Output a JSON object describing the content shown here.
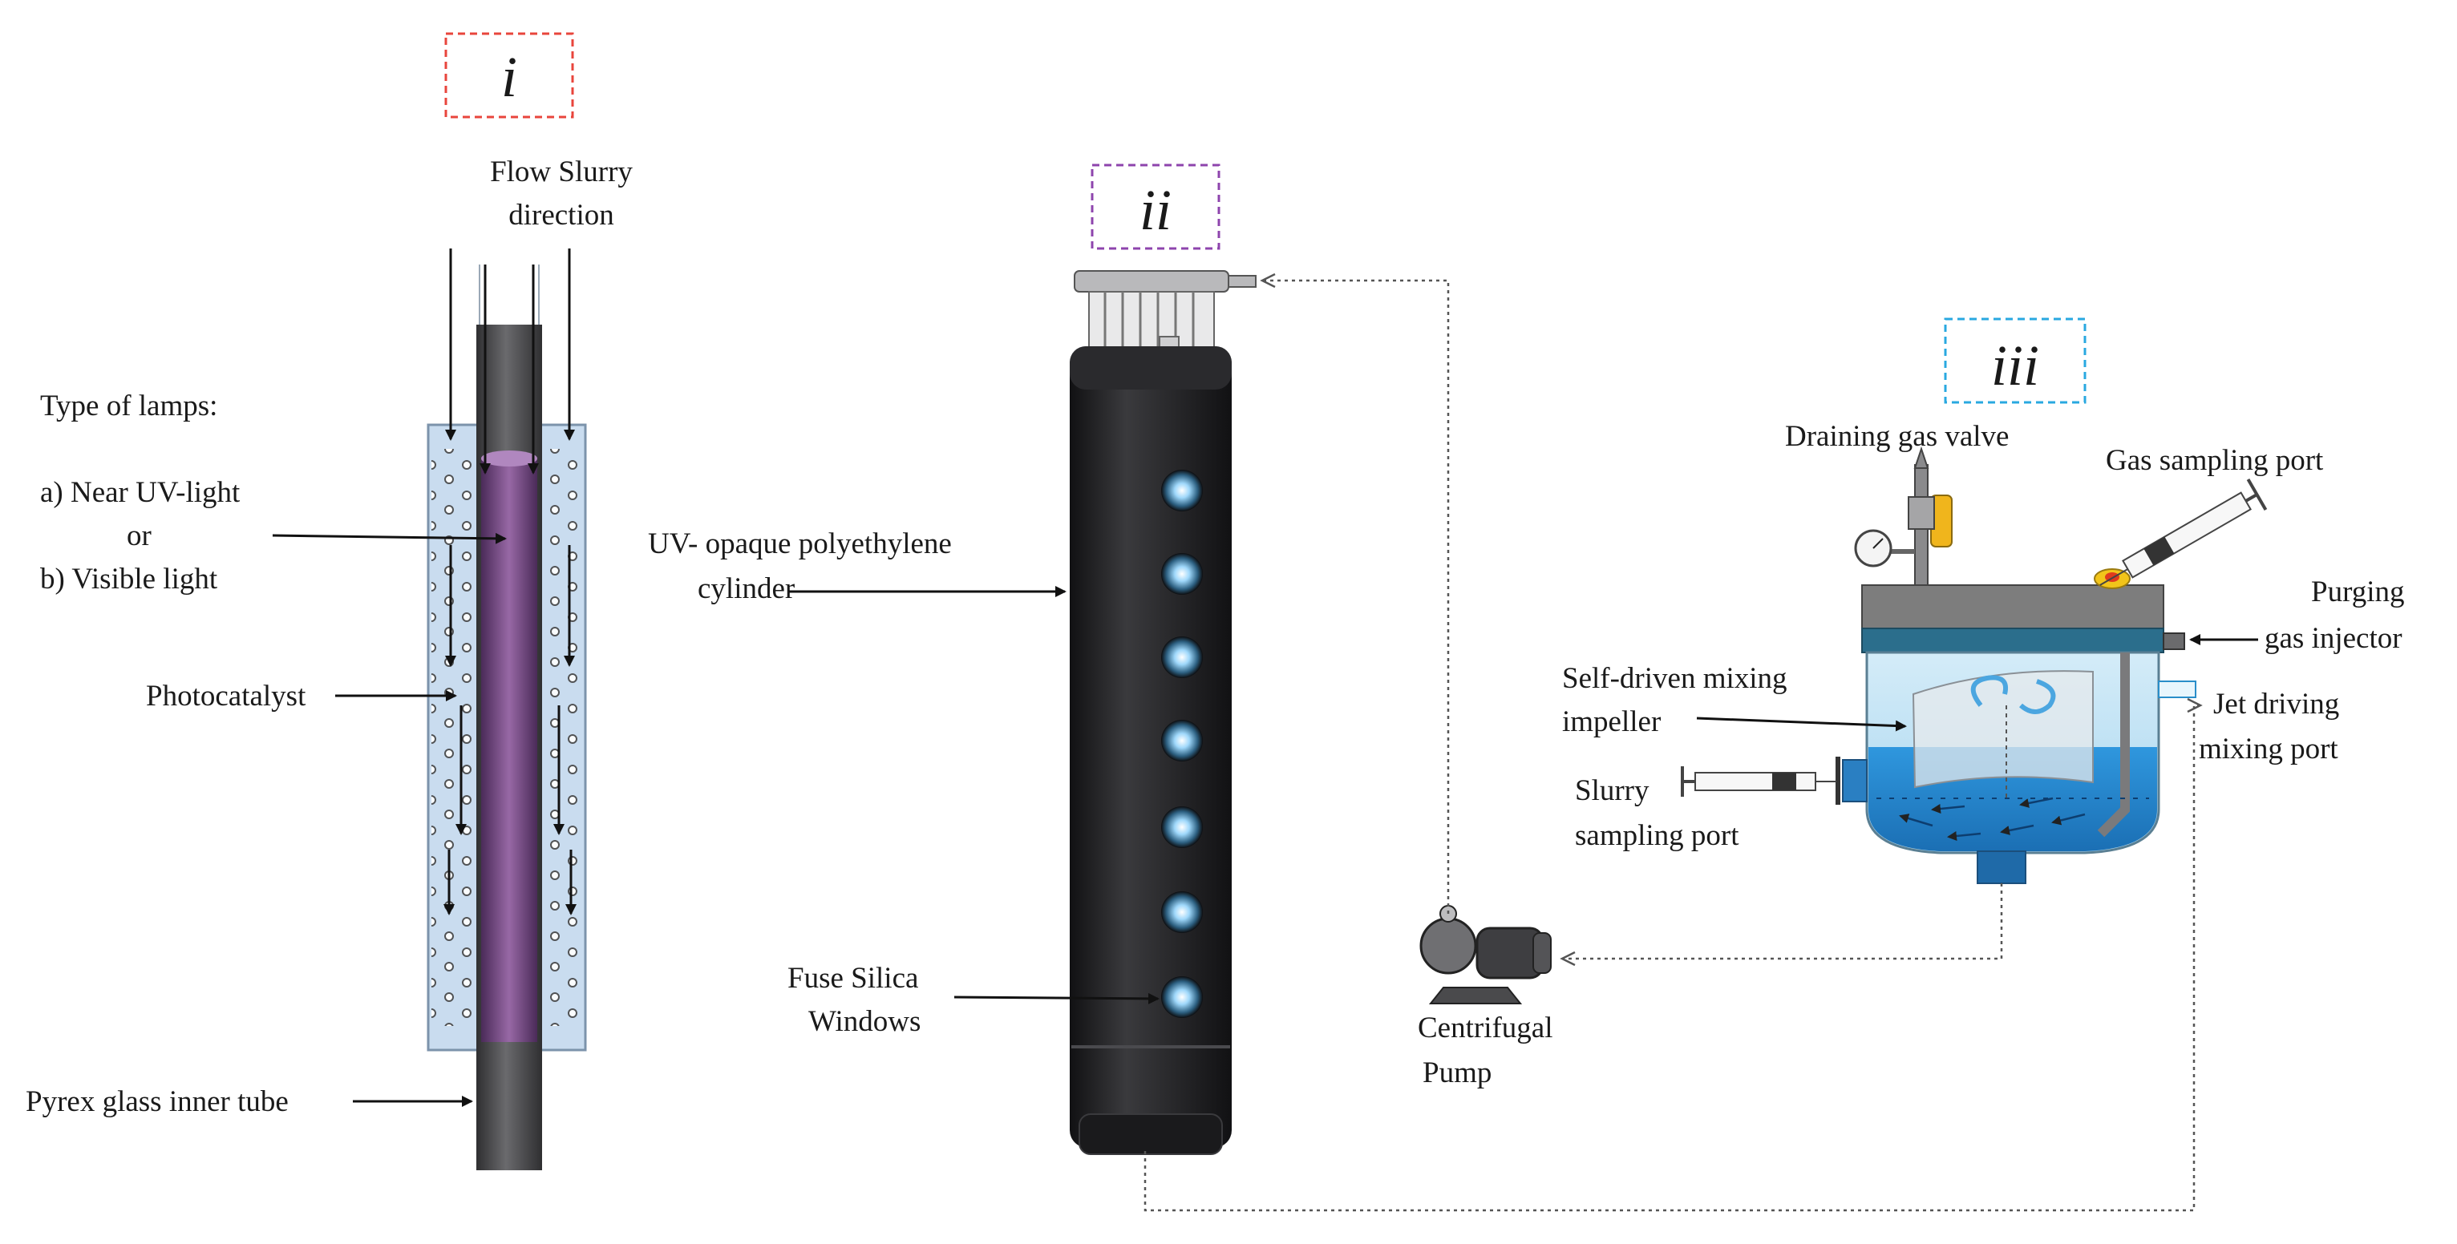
{
  "panels": {
    "i": {
      "roman": "i",
      "box_color": "#e8453c",
      "flow_label": [
        "Flow Slurry",
        "direction"
      ],
      "lamps_title": "Type of lamps:",
      "lamp_a": "a) Near UV-light",
      "lamp_or": "or",
      "lamp_b": "b) Visible light",
      "photocatalyst": "Photocatalyst",
      "inner_tube": "Pyrex glass inner tube"
    },
    "ii": {
      "roman": "ii",
      "box_color": "#8e44ad",
      "cylinder_label": [
        "UV- opaque polyethylene",
        "cylinder"
      ],
      "windows_label": [
        "Fuse Silica",
        "Windows"
      ]
    },
    "iii": {
      "roman": "iii",
      "box_color": "#29a8e0",
      "draining_valve": "Draining gas valve",
      "gas_sampling": "Gas sampling port",
      "purging": [
        "Purging",
        "gas injector"
      ],
      "impeller": [
        "Self-driven mixing",
        "impeller"
      ],
      "jet": [
        "Jet driving",
        "mixing port"
      ],
      "slurry_port": [
        "Slurry",
        "sampling port"
      ]
    }
  },
  "pump": {
    "label": [
      "Centrifugal",
      "Pump"
    ]
  },
  "colors": {
    "slurry": "#c9dcef",
    "lamp": "#7c4a8c",
    "tube": "#4d4d4f",
    "cylinder": "#1e1e20",
    "window_glow": "#8fd0f5",
    "water": "#2e8fd6",
    "lid": "#7d7d7d",
    "band": "#2b6e8c"
  }
}
